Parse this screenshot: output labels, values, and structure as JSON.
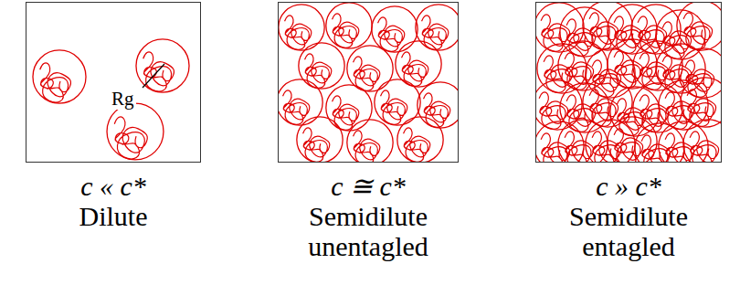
{
  "diagram": {
    "nodes": [
      {
        "text": [
          "c « c*",
          "Dilute"
        ]
      },
      {
        "text": [
          "c ≅ c*",
          "Semidilute unentagled"
        ]
      },
      {
        "text": [
          "c » c*",
          "Semidilute entagled"
        ]
      }
    ],
    "labels": [
      "Rg"
    ]
  }
}
